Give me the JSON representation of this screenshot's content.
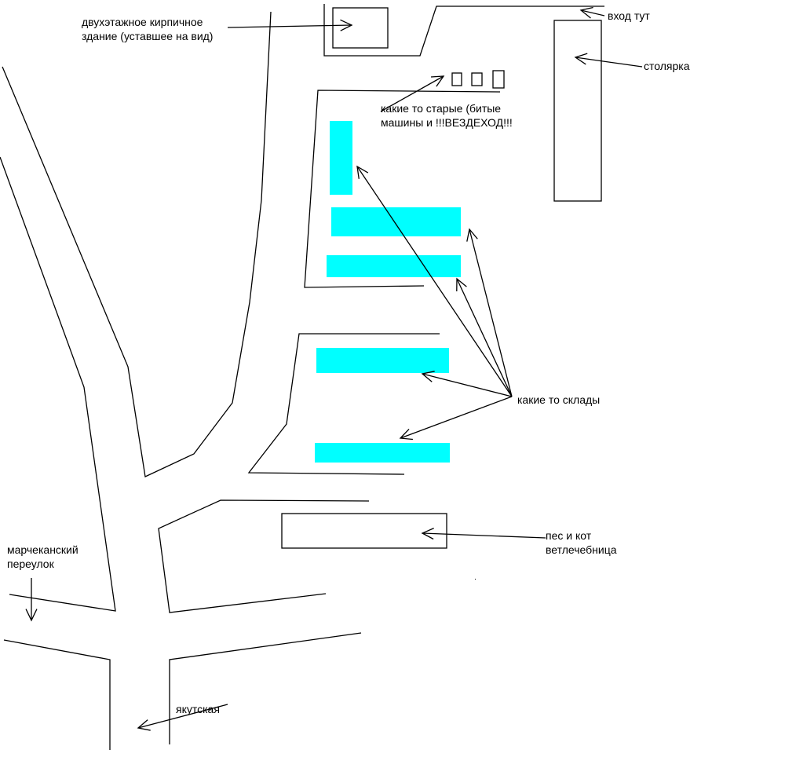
{
  "colors": {
    "ink": "#000000",
    "warehouse": "#00ffff",
    "background": "#ffffff"
  },
  "labels": {
    "brick_building": [
      "двухэтажное кирпичное",
      "здание (уставшее на вид)"
    ],
    "entrance": "вход тут",
    "carpentry": "столярка",
    "old_cars": [
      "какие то старые (битые",
      "машины и !!!ВЕЗДЕХОД!!!"
    ],
    "warehouses": "какие то склады",
    "vet_clinic": [
      "пес и кот",
      "ветлечебница"
    ],
    "marchekan_lane": [
      "марчеканский",
      "переулок"
    ],
    "yakutskaya": "якутская"
  }
}
